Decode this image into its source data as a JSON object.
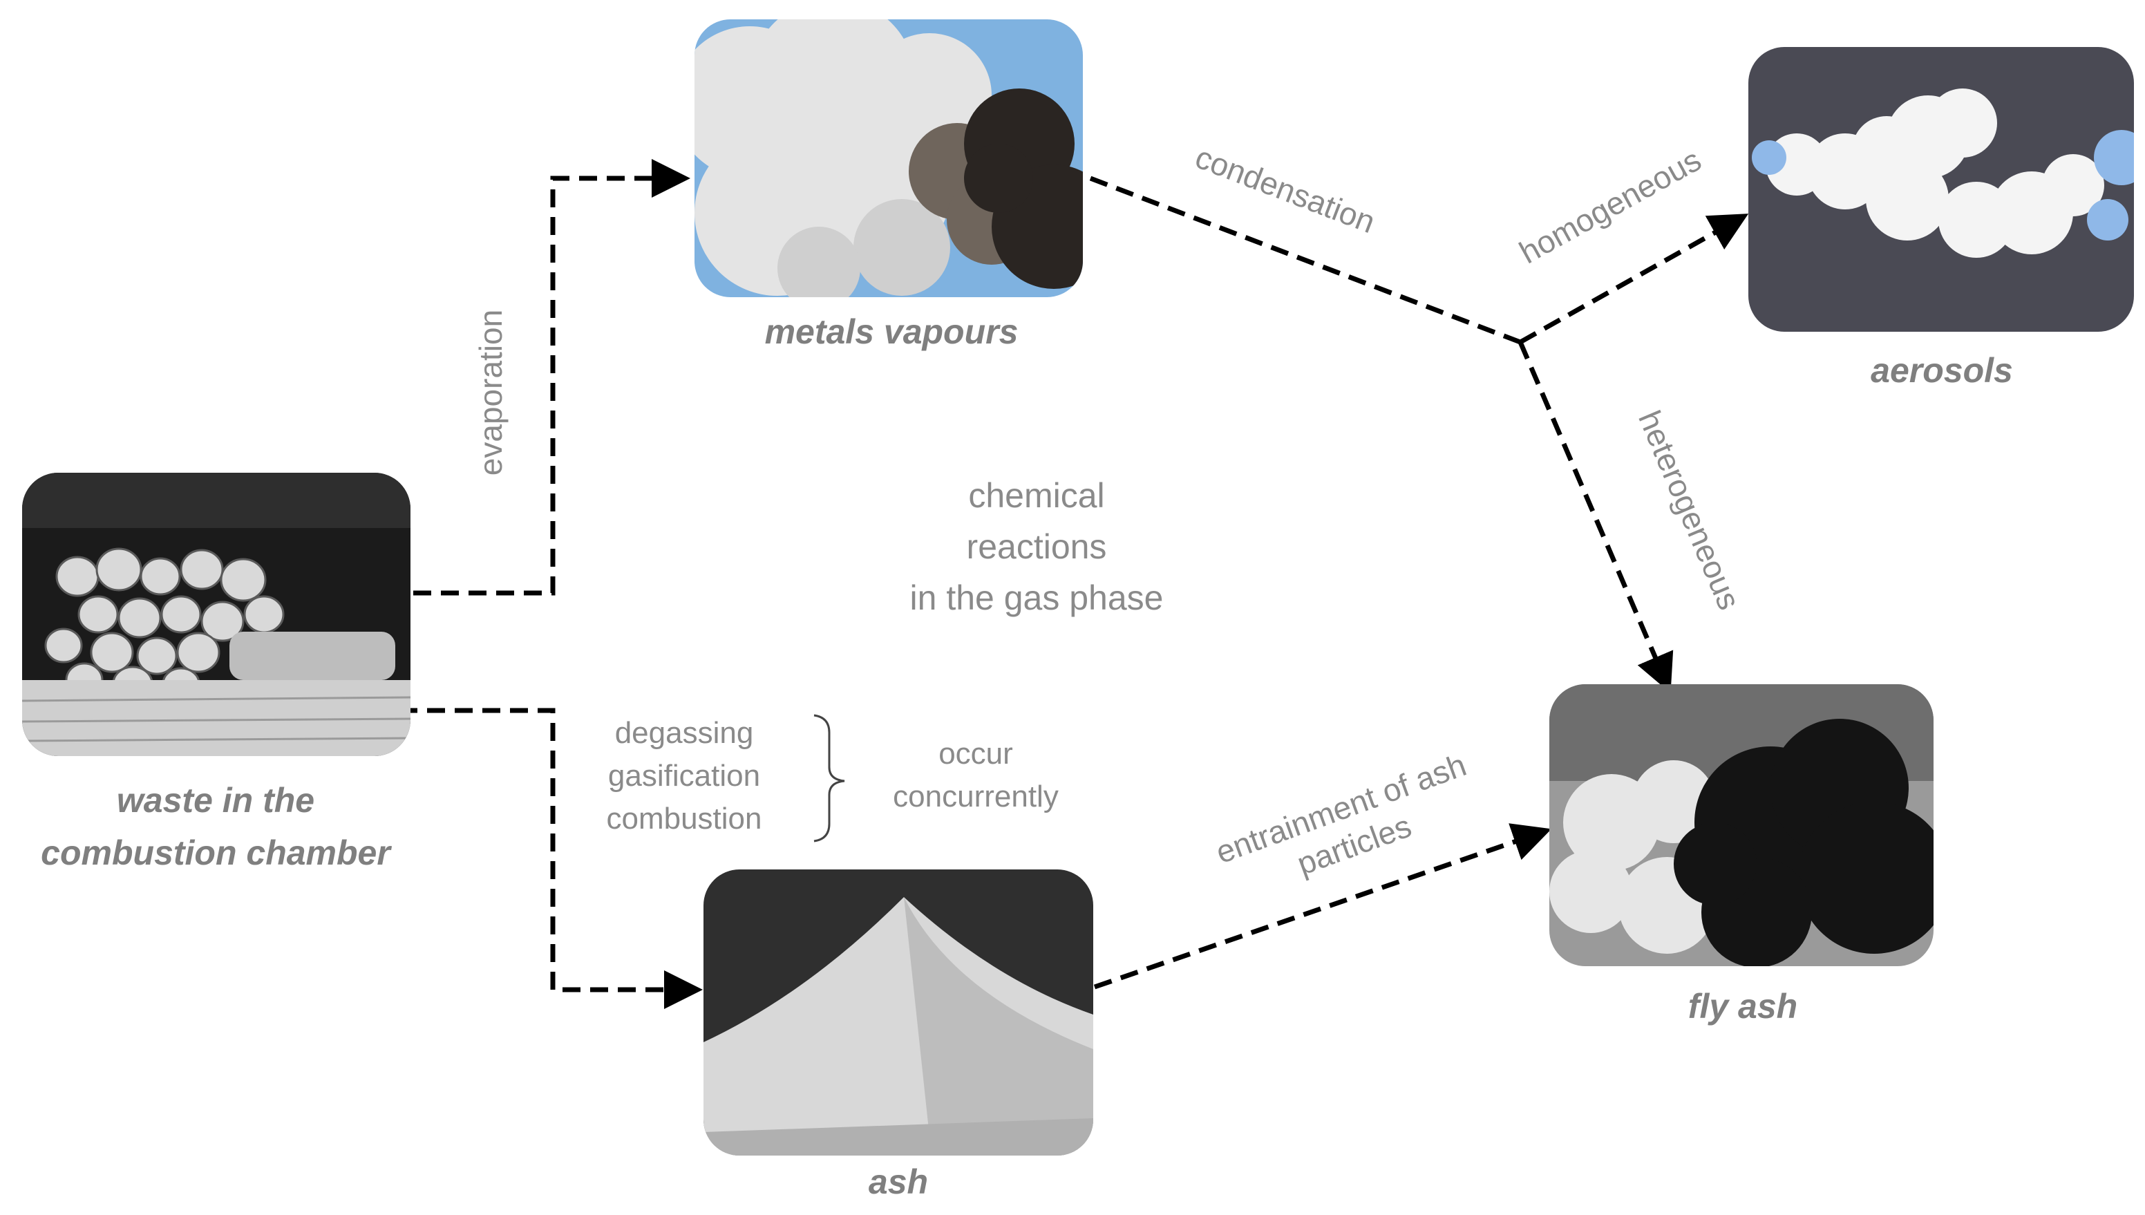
{
  "nodes": {
    "waste": {
      "label_line1": "waste in the",
      "label_line2": "combustion chamber"
    },
    "metals_vapours": {
      "label": "metals vapours"
    },
    "aerosols": {
      "label": "aerosols"
    },
    "ash": {
      "label": "ash"
    },
    "fly_ash": {
      "label": "fly ash"
    }
  },
  "edges": {
    "evaporation": "evaporation",
    "condensation": "condensation",
    "homogeneous": "homogeneous",
    "heterogeneous": "heterogeneous",
    "entrainment_line1": "entrainment of ash",
    "entrainment_line2": "particles"
  },
  "center_note": {
    "line1": "chemical",
    "line2": "reactions",
    "line3": "in the gas phase"
  },
  "processes": {
    "items": [
      "degassing",
      "gasification",
      "combustion"
    ],
    "note_line1": "occur",
    "note_line2": "concurrently"
  },
  "colors": {
    "label_gray": "#7f7f7f",
    "arrow": "#000000",
    "aerosol_background": "#4a4a54"
  }
}
